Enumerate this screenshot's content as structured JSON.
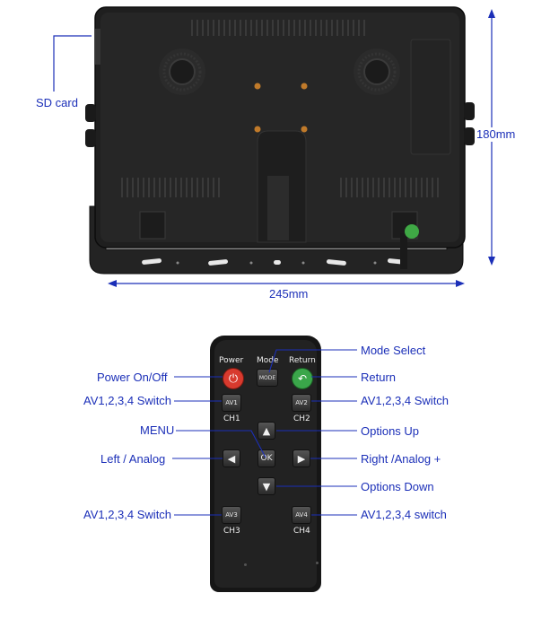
{
  "monitor": {
    "sd_card_label": "SD card",
    "height_label": "180mm",
    "width_label": "245mm"
  },
  "remote": {
    "top_labels": {
      "power": "Power",
      "mode": "Mode",
      "return": "Return"
    },
    "mode_button_text": "MODE",
    "ok_text": "OK",
    "buttons": {
      "av1": "AV1",
      "ch1": "CH1",
      "av2": "AV2",
      "ch2": "CH2",
      "av3": "AV3",
      "ch3": "CH3",
      "av4": "AV4",
      "ch4": "CH4"
    }
  },
  "callouts": {
    "mode_select": "Mode Select",
    "power_onoff": "Power On/Off",
    "return": "Return",
    "av_switch_left_1": "AV1,2,3,4 Switch",
    "av_switch_right_1": "AV1,2,3,4 Switch",
    "menu": "MENU",
    "options_up": "Options Up",
    "left_analog": "Left / Analog",
    "right_analog": "Right /Analog +",
    "options_down": "Options Down",
    "av_switch_left_2": "AV1,2,3,4 Switch",
    "av_switch_right_2": "AV1,2,3,4 switch"
  },
  "colors": {
    "callout_blue": "#1b2fb8",
    "power_red": "#d83a2e",
    "return_green": "#3aa64a"
  }
}
